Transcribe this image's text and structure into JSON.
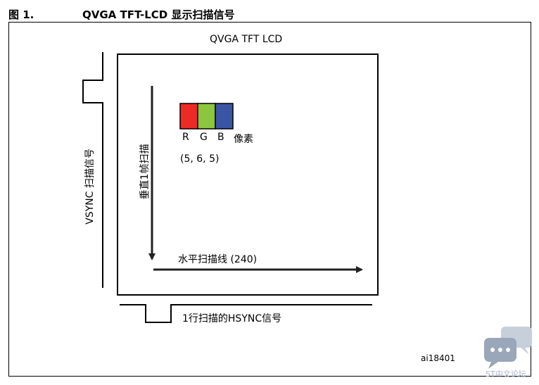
{
  "figure": {
    "number": "图 1.",
    "title": "QVGA TFT-LCD 显示扫描信号",
    "id_code": "ai18401"
  },
  "diagram": {
    "lcd_label": "QVGA TFT LCD",
    "vsync_label": "VSYNC 扫描信号",
    "frame_scan_label": "垂直1帧扫描",
    "pixel_labels": [
      "R",
      "G",
      "B"
    ],
    "pixel_word": "像素",
    "pixel_bits": "(5, 6, 5)",
    "h_scan_label": "水平扫描线 (240)",
    "hsync_label": "1行扫描的HSYNC信号",
    "pixel_colors": [
      "#ee2a24",
      "#8cc63e",
      "#3b55a5"
    ]
  },
  "watermark": {
    "text": "ST中文论坛",
    "icon": "chat-bubble-icon"
  }
}
